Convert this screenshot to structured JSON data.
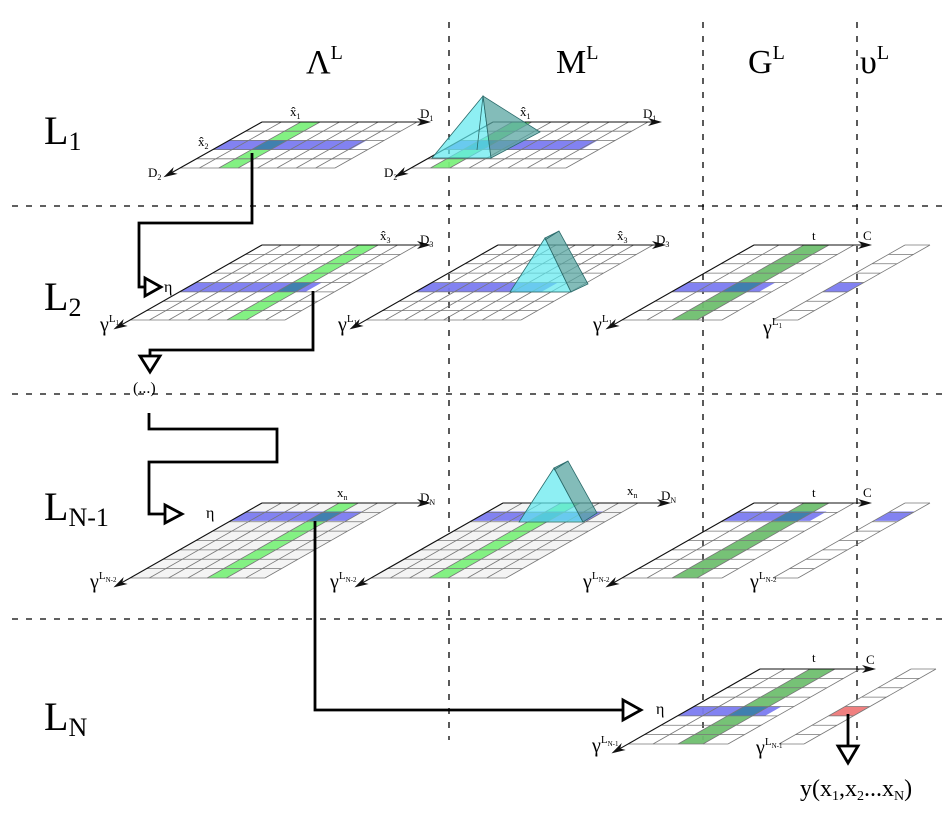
{
  "columns": [
    {
      "id": "lambda",
      "base": "Λ",
      "sup": "L"
    },
    {
      "id": "M",
      "base": "M",
      "sup": "L"
    },
    {
      "id": "G",
      "base": "G",
      "sup": "L"
    },
    {
      "id": "upsilon",
      "base": "υ",
      "sup": "L"
    }
  ],
  "rows": [
    {
      "id": "L1",
      "base": "L",
      "sub": "1"
    },
    {
      "id": "L2",
      "base": "L",
      "sub": "2"
    },
    {
      "id": "LN-1",
      "base": "L",
      "sub": "N-1"
    },
    {
      "id": "LN",
      "base": "L",
      "sub": "N"
    }
  ],
  "axis_labels": {
    "x1_hat": {
      "base": "x̂",
      "sub": "1"
    },
    "x2_hat": {
      "base": "x̂",
      "sub": "2"
    },
    "x3_hat": {
      "base": "x̂",
      "sub": "3"
    },
    "xn": {
      "base": "x",
      "sub": "n"
    },
    "D1": {
      "base": "D",
      "sub": "1"
    },
    "D2": {
      "base": "D",
      "sub": "2"
    },
    "D3": {
      "base": "D",
      "sub": "3"
    },
    "DN": {
      "base": "D",
      "sub": "N"
    },
    "t": "t",
    "C": "C"
  },
  "gamma_labels": {
    "L1": {
      "base": "γ",
      "sup": "L",
      "sub": "1"
    },
    "LN-2": {
      "base": "γ",
      "sup": "L",
      "sub": "N-2"
    },
    "LN-1": {
      "base": "γ",
      "sup": "L",
      "sub": "N-1"
    }
  },
  "flow": {
    "eta": "η",
    "ellipsis": "(...)"
  },
  "output": {
    "label": "y(x",
    "parts": [
      {
        "text": "y(x"
      },
      {
        "sub": "1"
      },
      {
        "text": ",x"
      },
      {
        "sub": "2"
      },
      {
        "text": "...x"
      },
      {
        "sub": "N"
      },
      {
        "text": ")"
      }
    ]
  },
  "colors": {
    "highlight_row": "#7b7bf0",
    "highlight_column_lambda": "#7cf07c",
    "highlight_column_G": "#6fbf6f",
    "overlap": "#3a7fa8",
    "pyramid_front": "#5ee8ee",
    "pyramid_side": "#5aa6a2",
    "output_cell": "#f08080",
    "grid_fill_light": "#f4f4f4"
  }
}
